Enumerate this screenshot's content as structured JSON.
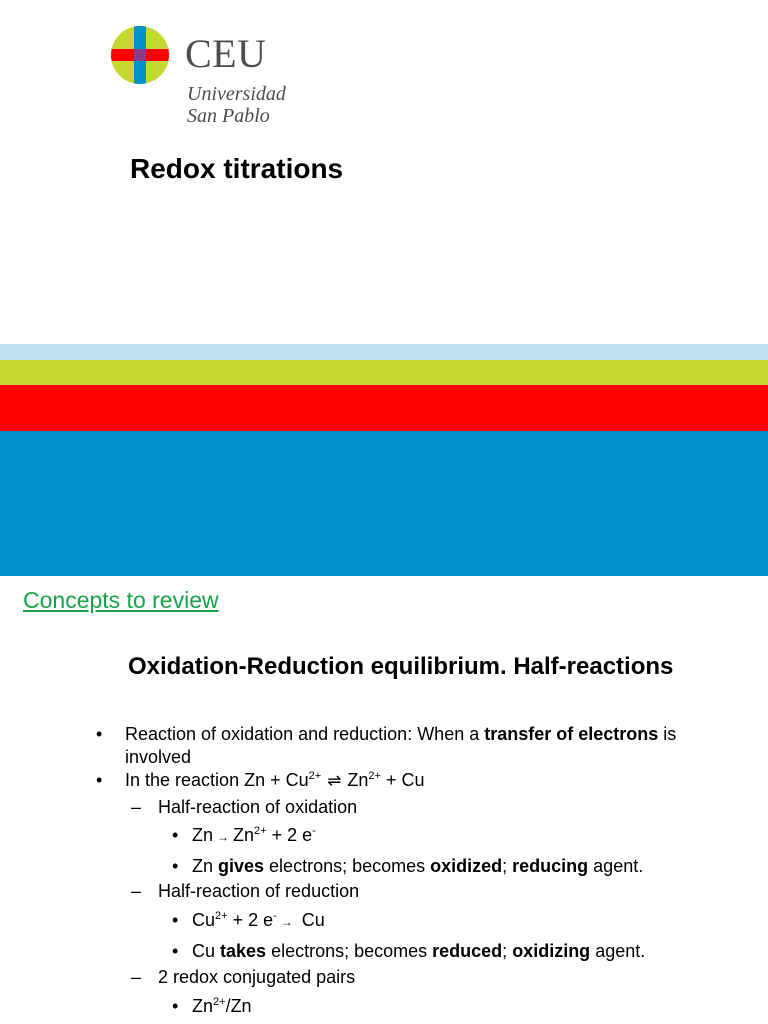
{
  "slide1": {
    "logo": {
      "brand": "CEU",
      "line1": "Universidad",
      "line2": "San Pablo"
    },
    "title": "Redox titrations",
    "band_colors": {
      "light_blue": "#bfe2f0",
      "green": "#c4d82e",
      "red": "#ff0000",
      "blue": "#0092c8"
    }
  },
  "slide2": {
    "section_link": "Concepts to review",
    "link_color": "#17a34a",
    "title": "Oxidation-Reduction equilibrium. Half-reactions",
    "b1": {
      "pre": "Reaction of oxidation and reduction: When a ",
      "bold": "transfer of electrons",
      "post": " is",
      "cont": "involved"
    },
    "b2": {
      "pre": "In the reaction Zn + Cu",
      "sup1": "2+",
      "eq": "⇌",
      "mid": "Zn",
      "sup2": "2+",
      "post": " + Cu"
    },
    "s1": "Half-reaction of oxidation",
    "s1a": {
      "lhs": "Zn",
      "arrow": "→",
      "rhs": "Zn",
      "sup": "2+",
      "post": " + 2 e",
      "sup_e": "-"
    },
    "s1b": {
      "w1": "Zn ",
      "b1": "gives",
      "w2": " electrons; becomes ",
      "b2": "oxidized",
      "w3": "; ",
      "b3": "reducing",
      "w4": " agent."
    },
    "s2": "Half-reaction of reduction",
    "s2a": {
      "lhs": "Cu",
      "sup": "2+",
      "mid": " + 2 e",
      "sup_e": "-",
      "arrow": "→",
      "rhs": " Cu"
    },
    "s2b": {
      "w1": "Cu ",
      "b1": "takes",
      "w2": " electrons; becomes ",
      "b2": "reduced",
      "w3": "; ",
      "b3": "oxidizing",
      "w4": " agent."
    },
    "s3": "2 redox conjugated pairs",
    "s3a": {
      "pre": "Zn",
      "sup": "2+",
      "post": "/Zn"
    },
    "markers": {
      "bullet": "•",
      "dash": "–"
    }
  }
}
